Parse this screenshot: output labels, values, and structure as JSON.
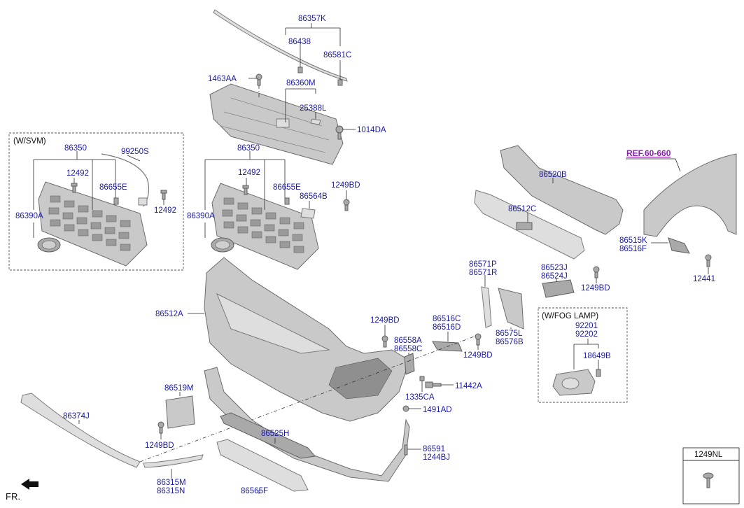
{
  "labels": {
    "p86357K": "86357K",
    "p86438": "86438",
    "p86581C": "86581C",
    "p1463AA": "1463AA",
    "p86360M": "86360M",
    "p25388L": "25388L",
    "p1014DA": "1014DA",
    "svm_title": "(W/SVM)",
    "svm_86350": "86350",
    "svm_99250S": "99250S",
    "svm_12492a": "12492",
    "svm_86655E": "86655E",
    "svm_12492b": "12492",
    "svm_86390A": "86390A",
    "m_86350": "86350",
    "m_12492": "12492",
    "m_86655E": "86655E",
    "m_1249BD": "1249BD",
    "m_86564B": "86564B",
    "m_86390A": "86390A",
    "ref_label": "REF.60-660",
    "p86520B": "86520B",
    "p86512C": "86512C",
    "p86515K": "86515K",
    "p86516F": "86516F",
    "p12441": "12441",
    "p86571P": "86571P",
    "p86571R": "86571R",
    "p86523J": "86523J",
    "p86524J": "86524J",
    "p1249BD_r": "1249BD",
    "p86512A": "86512A",
    "p1249BD_c": "1249BD",
    "p86516C": "86516C",
    "p86516D": "86516D",
    "p86575L": "86575L",
    "p86576B": "86576B",
    "p86558A": "86558A",
    "p86558C": "86558C",
    "p1249BD_c2": "1249BD",
    "fog_title": "(W/FOG LAMP)",
    "fog_92201": "92201",
    "fog_92202": "92202",
    "fog_18649B": "18649B",
    "p86519M": "86519M",
    "p11442A": "11442A",
    "p1335CA": "1335CA",
    "p86374J": "86374J",
    "p1491AD": "1491AD",
    "p1249BD_l": "1249BD",
    "p86525H": "86525H",
    "p86591": "86591",
    "p1244BJ": "1244BJ",
    "p86315M": "86315M",
    "p86315N": "86315N",
    "p86565F": "86565F",
    "legend_title": "1249NL",
    "fr_label": "FR."
  },
  "colors": {
    "label_blue": "#1a1aa6",
    "ref_purple": "#8a1fb0",
    "part_gray": "#c9c9c9"
  }
}
